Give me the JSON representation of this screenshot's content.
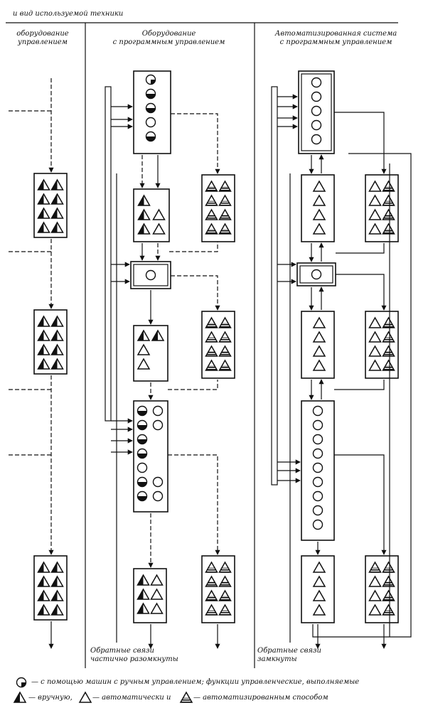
{
  "header": {
    "top_caption": "и вид используемой техники",
    "col1": [
      "оборудование",
      "управлением"
    ],
    "col2": [
      "Оборудование",
      "с программным управлением"
    ],
    "col3": [
      "Автоматизированная система",
      "с программным управлением"
    ]
  },
  "notes": {
    "col2": [
      "Обратные связи",
      "частично разомкнуты"
    ],
    "col3": [
      "Обратные связи",
      "замкнуты"
    ]
  },
  "legend": {
    "line1": "— с помощью машин с ручным управлением; функции управленческие, выполняемые",
    "line2a": "— вручную,",
    "line2b": "— автоматически и",
    "line2c": "— автоматизированным способом"
  },
  "icons": {
    "circle_partial": "half-filled-circle-icon",
    "circle_empty": "empty-circle-icon",
    "tri_manual": "half-filled-triangle-icon",
    "tri_auto": "empty-triangle-icon",
    "tri_automated": "striped-triangle-icon"
  }
}
